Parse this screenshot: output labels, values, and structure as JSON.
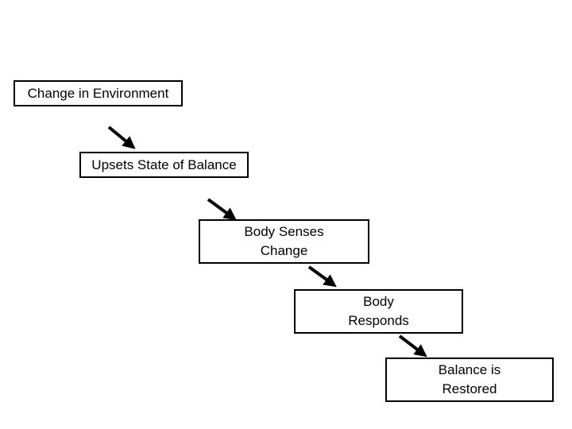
{
  "diagram": {
    "steps": [
      {
        "label": "Change in Environment"
      },
      {
        "label": "Upsets State of Balance"
      },
      {
        "label": "Body Senses\nChange"
      },
      {
        "label": "Body\nResponds"
      },
      {
        "label": "Balance is\nRestored"
      }
    ],
    "colors": {
      "stroke": "#000000",
      "background": "#ffffff"
    }
  }
}
